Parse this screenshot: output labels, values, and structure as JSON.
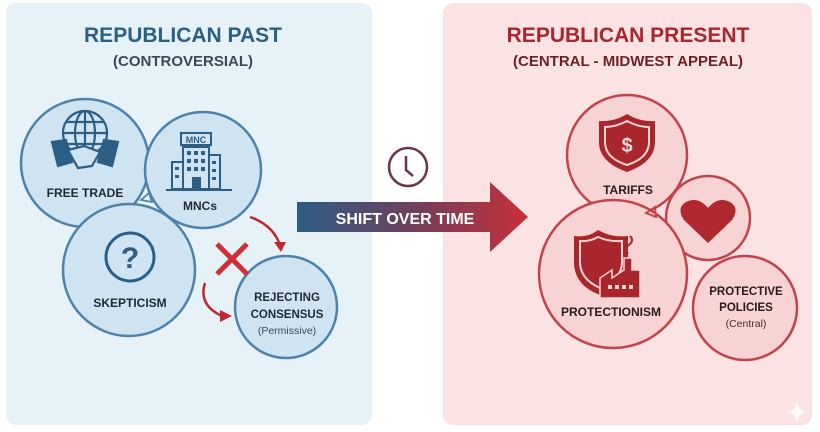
{
  "past": {
    "title": "REPUBLICAN PAST",
    "subtitle": "(CONTROVERSIAL)",
    "free_trade": "FREE TRADE",
    "mnc_sign": "MNC",
    "mncs": "MNCs",
    "skepticism": "SKEPTICISM",
    "rejecting_1": "REJECTING",
    "rejecting_2": "CONSENSUS",
    "rejecting_3": "(Permissive)"
  },
  "shift": {
    "label": "SHIFT OVER TIME"
  },
  "present": {
    "title": "REPUBLICAN PRESENT",
    "subtitle": "(CENTRAL - MIDWEST APPEAL)",
    "tariffs": "TARIFFS",
    "dollar": "$",
    "protectionism": "PROTECTIONISM",
    "protective_1": "PROTECTIVE",
    "protective_2": "POLICIES",
    "protective_3": "(Central)"
  },
  "colors": {
    "blue": "#2b5f86",
    "red": "#a8262c"
  }
}
